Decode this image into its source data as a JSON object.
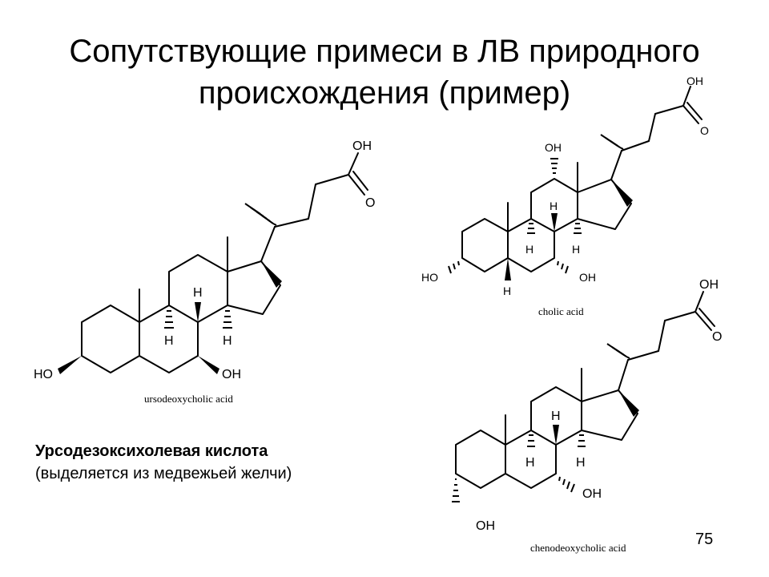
{
  "slide": {
    "title_line1": "Сопутствующие примеси в ЛВ природного",
    "title_line2": "происхождения (пример)",
    "description_bold": "Урсодезоксихолевая кислота",
    "description_normal": "(выделяется из медвежьей желчи)",
    "page_number": "75"
  },
  "molecules": {
    "ursodeoxycholic": {
      "caption": "ursodeoxycholic acid",
      "oh_acid": "OH",
      "o_acid": "O",
      "ho_c3": "HO",
      "oh_c7": "OH",
      "h_top": "H",
      "h_left": "H",
      "h_right": "H"
    },
    "cholic": {
      "caption": "cholic acid",
      "oh_acid": "OH",
      "o_acid": "O",
      "oh_c12": "OH",
      "ho_c3": "HO",
      "oh_c7": "OH",
      "h_top": "H",
      "h_left": "H",
      "h_right": "H",
      "h_c5": "H"
    },
    "chenodeoxycholic": {
      "caption": "chenodeoxycholic acid",
      "oh_acid": "OH",
      "o_acid": "O",
      "oh_c3": "OH",
      "oh_c7": "OH",
      "h_top": "H",
      "h_left": "H",
      "h_right": "H"
    }
  }
}
